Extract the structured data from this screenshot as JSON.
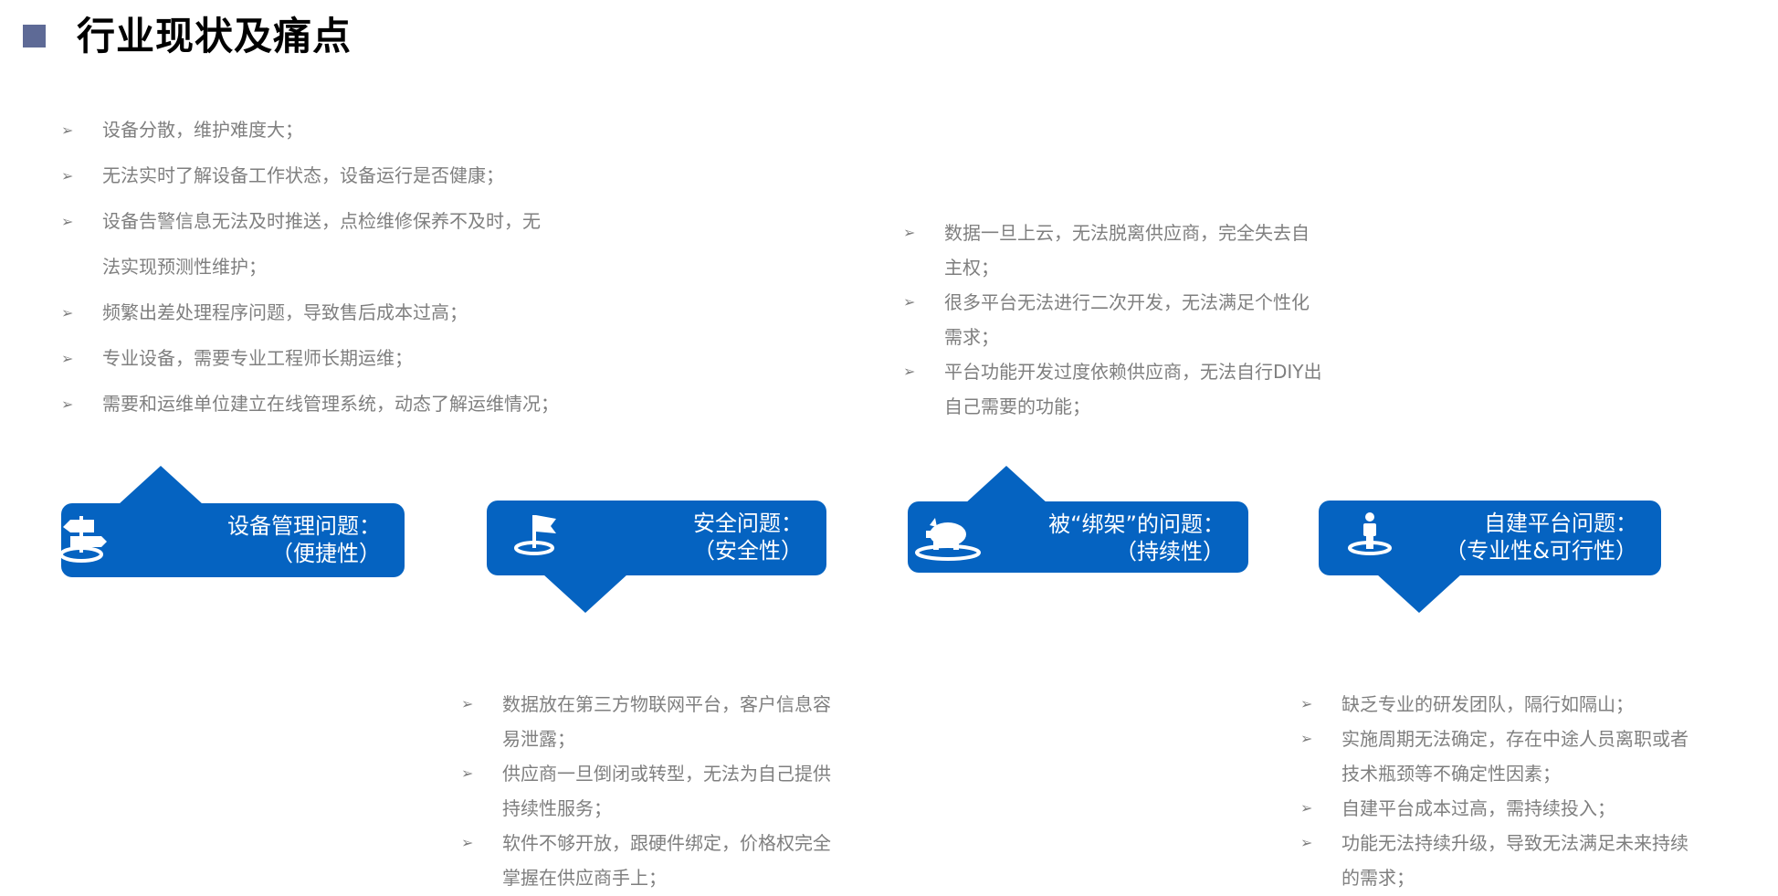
{
  "header": {
    "title": "行业现状及痛点",
    "accent_color": "#5e6a96"
  },
  "theme": {
    "box_color": "#0563c1",
    "text_color": "#7f7f7f"
  },
  "bullet_glyph": "➢",
  "device_list": [
    {
      "text": "设备分散，维护难度大；"
    },
    {
      "text": "无法实时了解设备工作状态，设备运行是否健康；"
    },
    {
      "text": "设备告警信息无法及时推送，点检维修保养不及时，无",
      "cont": "法实现预测性维护；"
    },
    {
      "text": "频繁出差处理程序问题，导致售后成本过高；"
    },
    {
      "text": "专业设备，需要专业工程师长期运维；"
    },
    {
      "text": "需要和运维单位建立在线管理系统，动态了解运维情况；"
    }
  ],
  "lockin_list": [
    "数据一旦上云，无法脱离供应商，完全失去自",
    "主权；",
    "很多平台无法进行二次开发，无法满足个性化",
    "需求；",
    "平台功能开发过度依赖供应商，无法自行DIY出",
    "自己需要的功能；"
  ],
  "security_list": [
    "数据放在第三方物联网平台，客户信息容",
    "易泄露；",
    "供应商一旦倒闭或转型，无法为自己提供",
    "持续性服务；",
    "软件不够开放，跟硬件绑定，价格权完全",
    "掌握在供应商手上；"
  ],
  "selfbuild_list": [
    "缺乏专业的研发团队，隔行如隔山；",
    "实施周期无法确定，存在中途人员离职或者",
    "技术瓶颈等不确定性因素；",
    "自建平台成本过高，需持续投入；",
    "功能无法持续升级，导致无法满足未来持续",
    "的需求；"
  ],
  "boxes": [
    {
      "title": "设备管理问题：",
      "subtitle": "（便捷性）",
      "icon": "signpost-icon"
    },
    {
      "title": "安全问题：",
      "subtitle": "（安全性）",
      "icon": "flag-icon"
    },
    {
      "title": "被“绑架”的问题：",
      "subtitle": "（持续性）",
      "icon": "piggy-bank-icon"
    },
    {
      "title": "自建平台问题：",
      "subtitle": "（专业性&可行性）",
      "icon": "person-icon"
    }
  ]
}
